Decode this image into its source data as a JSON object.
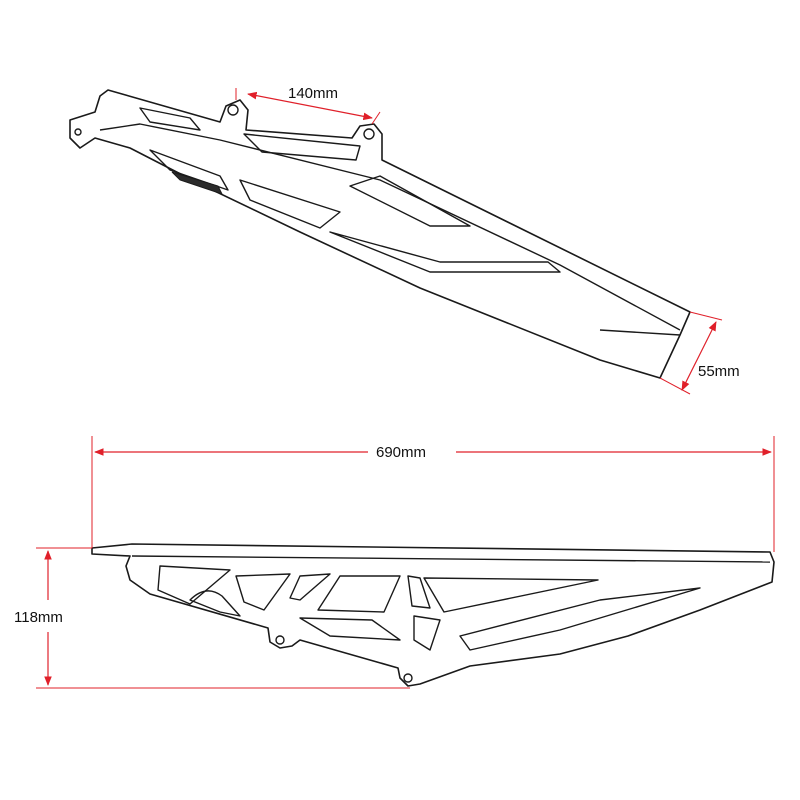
{
  "dimensions": {
    "mount_spacing": "140mm",
    "end_width": "55mm",
    "overall_length": "690mm",
    "height": "118mm"
  },
  "colors": {
    "dimension_lines": "#e0202a",
    "outline": "#1a1a1a"
  }
}
